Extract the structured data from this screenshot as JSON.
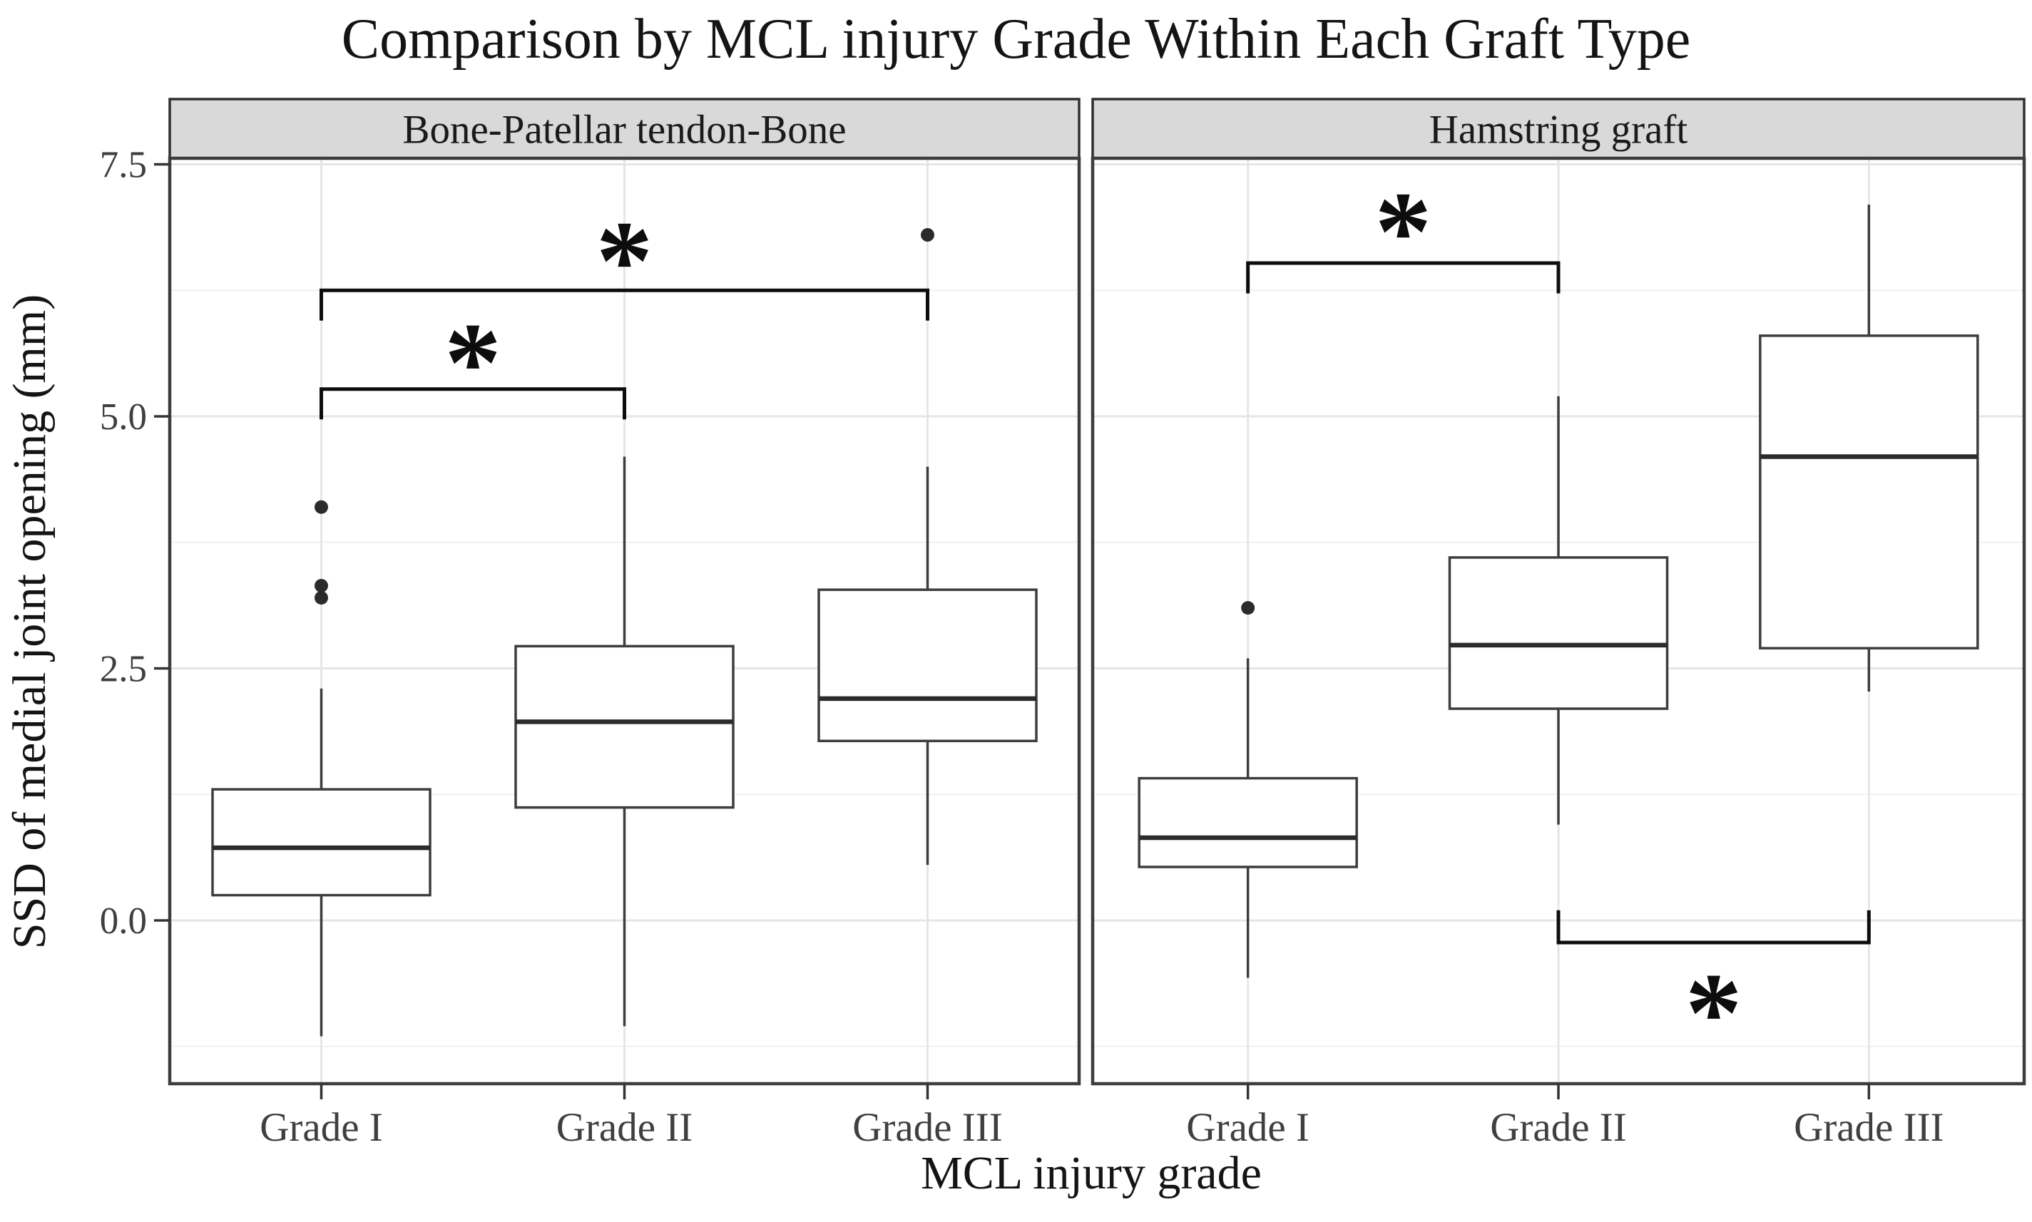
{
  "chart_data": {
    "type": "boxplot",
    "title": "Comparison by MCL injury Grade Within Each Graft Type",
    "xlabel": "MCL injury grade",
    "ylabel": "SSD of medial joint opening (mm)",
    "ylim": [
      -1.62,
      7.56
    ],
    "grid": "on",
    "legend": "none",
    "y_ticks": [
      {
        "value": 7.5,
        "label": "7.5"
      },
      {
        "value": 5.0,
        "label": "5.0"
      },
      {
        "value": 2.5,
        "label": "2.5"
      },
      {
        "value": 0.0,
        "label": "0.0"
      }
    ],
    "y_minor_gridlines": [
      6.25,
      3.75,
      1.25,
      -1.25
    ],
    "categories": [
      "Grade I",
      "Grade II",
      "Grade III"
    ],
    "facets": [
      {
        "label": "Bone-Patellar tendon-Bone",
        "boxes": [
          {
            "category": "Grade I",
            "whisker_low": -1.15,
            "q1": 0.25,
            "median": 0.72,
            "q3": 1.3,
            "whisker_high": 2.3,
            "outliers": [
              3.2,
              3.32,
              4.1
            ]
          },
          {
            "category": "Grade II",
            "whisker_low": -1.05,
            "q1": 1.12,
            "median": 1.97,
            "q3": 2.72,
            "whisker_high": 4.6,
            "outliers": []
          },
          {
            "category": "Grade III",
            "whisker_low": 0.55,
            "q1": 1.78,
            "median": 2.2,
            "q3": 3.28,
            "whisker_high": 4.5,
            "outliers": [
              6.8
            ]
          }
        ],
        "significance_brackets": [
          {
            "from": 0,
            "to": 1,
            "bar_y": 5.27,
            "leg_end_y": 4.97,
            "star_y": 5.72,
            "label": "*"
          },
          {
            "from": 0,
            "to": 2,
            "bar_y": 6.25,
            "leg_end_y": 5.95,
            "star_y": 6.73,
            "label": "*"
          }
        ]
      },
      {
        "label": "Hamstring graft",
        "boxes": [
          {
            "category": "Grade I",
            "whisker_low": -0.57,
            "q1": 0.53,
            "median": 0.82,
            "q3": 1.41,
            "whisker_high": 2.6,
            "outliers": [
              3.1
            ]
          },
          {
            "category": "Grade II",
            "whisker_low": 0.95,
            "q1": 2.1,
            "median": 2.73,
            "q3": 3.6,
            "whisker_high": 5.2,
            "outliers": []
          },
          {
            "category": "Grade III",
            "whisker_low": 2.27,
            "q1": 2.7,
            "median": 4.6,
            "q3": 5.8,
            "whisker_high": 7.1,
            "outliers": []
          }
        ],
        "significance_brackets": [
          {
            "from": 0,
            "to": 1,
            "bar_y": 6.52,
            "leg_end_y": 6.22,
            "star_y": 7.02,
            "label": "*"
          },
          {
            "from": 1,
            "to": 2,
            "bar_y": -0.22,
            "leg_end_y": 0.1,
            "star_y": -0.73,
            "label": "*"
          }
        ]
      }
    ],
    "colors": {
      "background": "#ffffff",
      "panel_border": "#3d3d3d",
      "strip_fill": "#d9d9d9",
      "strip_border": "#2f2f2f",
      "grid_major": "#e6e6e6",
      "grid_minor": "#f2f2f2",
      "box_fill": "#ffffff",
      "box_stroke": "#3d3d3d",
      "median_stroke": "#2b2b2b",
      "whisker_stroke": "#3d3d3d",
      "outlier_fill": "#2b2b2b",
      "bracket_stroke": "#0d0d0d",
      "title_text": "#141414",
      "tick_text": "#3f3f3f",
      "strip_text": "#1a1a1a",
      "axis_tick_mark": "#333333"
    }
  }
}
